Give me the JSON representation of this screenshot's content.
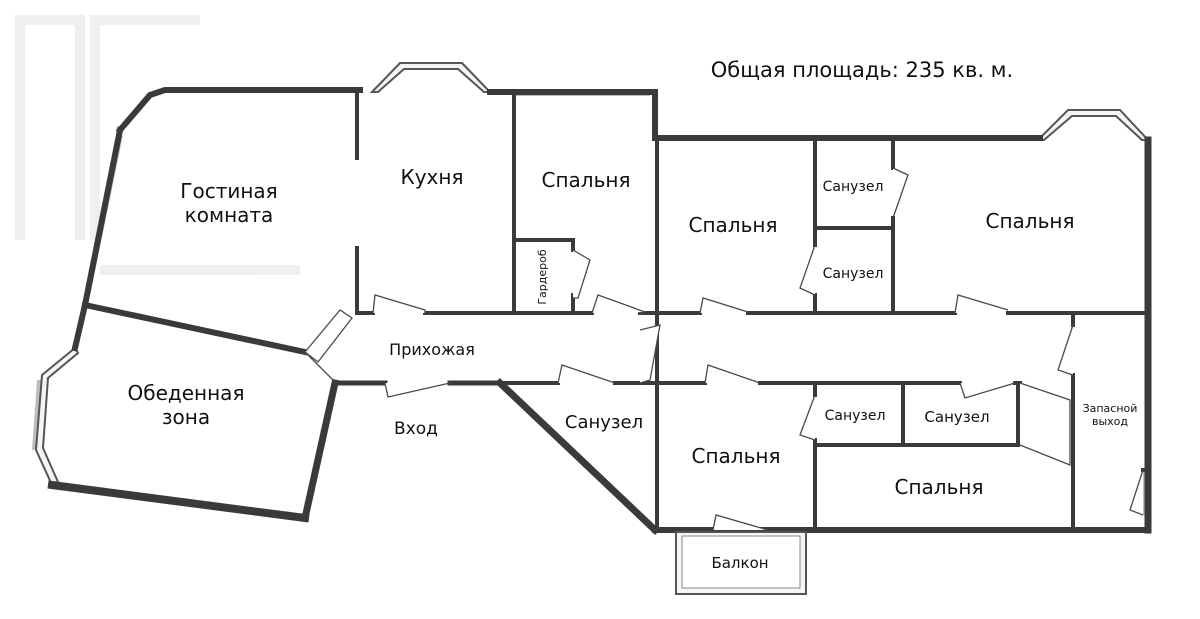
{
  "total_area": "Общая площадь: 235 кв. м.",
  "rooms": {
    "living_room_line1": "Гостиная",
    "living_room_line2": "комната",
    "kitchen": "Кухня",
    "bedroom_1": "Спальня",
    "wardrobe": "Гардероб",
    "bedroom_2": "Спальня",
    "bathroom_1": "Санузел",
    "bathroom_2": "Санузел",
    "bedroom_3": "Спальня",
    "dining_line1": "Обеденная",
    "dining_line2": "зона",
    "hallway": "Прихожая",
    "entrance": "Вход",
    "bathroom_3": "Санузел",
    "bedroom_4": "Спальня",
    "bathroom_4": "Санузел",
    "bathroom_5": "Санузел",
    "bedroom_5": "Спальня",
    "emergency_exit_line1": "Запасной",
    "emergency_exit_line2": "выход",
    "balcony": "Балкон"
  },
  "colors": {
    "wall": "#3a3a3a",
    "window": "#bdbdbd",
    "background": "#ffffff"
  }
}
